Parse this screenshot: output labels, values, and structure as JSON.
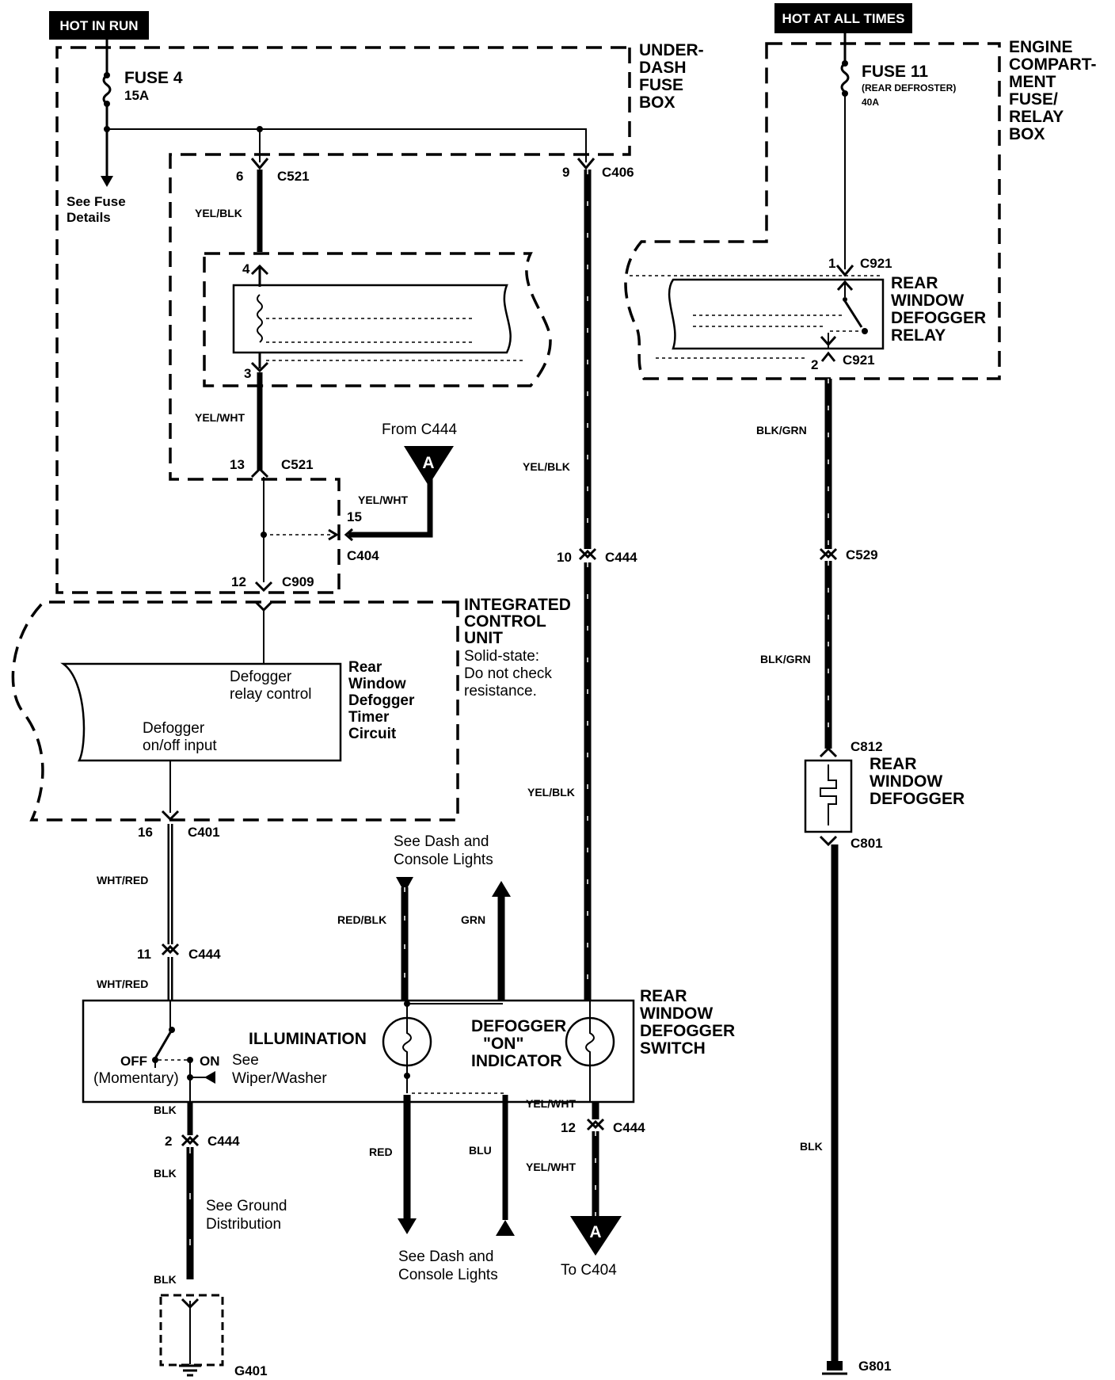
{
  "tags": {
    "hot_in_run": "HOT IN RUN",
    "hot_at_all_times": "HOT AT ALL TIMES"
  },
  "fuse4": {
    "name": "FUSE 4",
    "rating": "15A"
  },
  "fuse11": {
    "name": "FUSE 11",
    "desc": "(REAR DEFROSTER)",
    "rating": "40A"
  },
  "see_fuse": [
    "See Fuse",
    "Details"
  ],
  "underdash_box": [
    "UNDER-",
    "DASH",
    "FUSE",
    "BOX"
  ],
  "engine_box": [
    "ENGINE",
    "COMPART-",
    "MENT",
    "FUSE/",
    "RELAY",
    "BOX"
  ],
  "relay_label": [
    "REAR",
    "WINDOW",
    "DEFOGGER",
    "RELAY"
  ],
  "icu_label": [
    "INTEGRATED",
    "CONTROL",
    "UNIT"
  ],
  "icu_note": [
    "Solid-state:",
    "Do not check",
    "resistance."
  ],
  "timer_label": [
    "Rear",
    "Window",
    "Defogger",
    "Timer",
    "Circuit"
  ],
  "relay_control": [
    "Defogger",
    "relay control"
  ],
  "onoff_input": [
    "Defogger",
    "on/off input"
  ],
  "defogger_label": [
    "REAR",
    "WINDOW",
    "DEFOGGER"
  ],
  "switch_label": [
    "REAR",
    "WINDOW",
    "DEFOGGER",
    "SWITCH"
  ],
  "illumination": "ILLUMINATION",
  "indicator": [
    "DEFOGGER",
    "\"ON\"",
    "INDICATOR"
  ],
  "switch_pos": {
    "off": "OFF",
    "momentary": "(Momentary)",
    "on": "ON"
  },
  "see_wiper": [
    "See",
    "Wiper/Washer"
  ],
  "see_dash_top": [
    "See Dash and",
    "Console Lights"
  ],
  "see_dash_bottom": [
    "See Dash and",
    "Console Lights"
  ],
  "see_ground": [
    "See Ground",
    "Distribution"
  ],
  "from_c444": "From C444",
  "to_c404": "To C404",
  "ref_a": "A",
  "connectors": {
    "c521_top": "C521",
    "pin_6": "6",
    "c406": "C406",
    "pin_9": "9",
    "pin_4": "4",
    "pin_3": "3",
    "c521_bot": "C521",
    "pin_13": "13",
    "pin_15": "15",
    "c404": "C404",
    "c909": "C909",
    "pin_12a": "12",
    "c401": "C401",
    "pin_16": "16",
    "c444_11": "C444",
    "pin_11": "11",
    "c444_10": "C444",
    "pin_10": "10",
    "c444_12": "C444",
    "pin_12b": "12",
    "c444_2": "C444",
    "pin_2b": "2",
    "c921_top": "C921",
    "pin_1": "1",
    "c921_bot": "C921",
    "pin_2a": "2",
    "c529": "C529",
    "c812": "C812",
    "c801": "C801",
    "g401": "G401",
    "g801": "G801"
  },
  "wires": {
    "yel_blk_1": "YEL/BLK",
    "yel_wht_1": "YEL/WHT",
    "yel_wht_2": "YEL/WHT",
    "yel_blk_2": "YEL/BLK",
    "yel_blk_3": "YEL/BLK",
    "wht_red_1": "WHT/RED",
    "wht_red_2": "WHT/RED",
    "red_blk": "RED/BLK",
    "grn": "GRN",
    "blk_1": "BLK",
    "blk_2": "BLK",
    "blk_3": "BLK",
    "red": "RED",
    "blu": "BLU",
    "yel_wht_3": "YEL/WHT",
    "yel_wht_4": "YEL/WHT",
    "blk_grn_1": "BLK/GRN",
    "blk_grn_2": "BLK/GRN",
    "blk_4": "BLK"
  }
}
